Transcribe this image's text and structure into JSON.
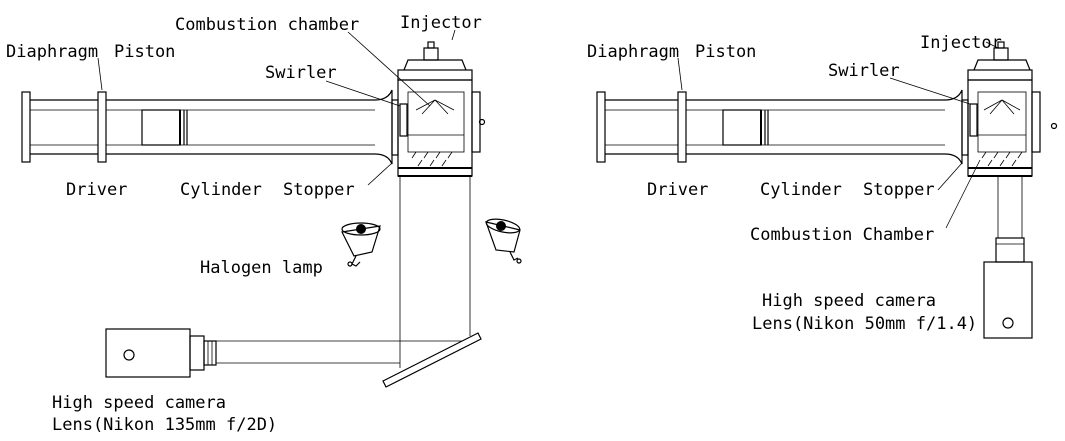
{
  "left_diagram": {
    "diaphragm": "Diaphragm",
    "piston": "Piston",
    "combustion_chamber": "Combustion chamber",
    "injector": "Injector",
    "swirler": "Swirler",
    "driver": "Driver",
    "cylinder": "Cylinder",
    "stopper": "Stopper",
    "halogen_lamp": "Halogen lamp",
    "camera_line1": "High speed camera",
    "camera_line2": "Lens(Nikon 135mm f/2D)"
  },
  "right_diagram": {
    "diaphragm": "Diaphragm",
    "piston": "Piston",
    "injector": "Injector",
    "swirler": "Swirler",
    "driver": "Driver",
    "cylinder": "Cylinder",
    "stopper": "Stopper",
    "combustion_chamber": "Combustion Chamber",
    "camera_line1": "High speed camera",
    "camera_line2": "Lens(Nikon 50mm f/1.4)"
  }
}
